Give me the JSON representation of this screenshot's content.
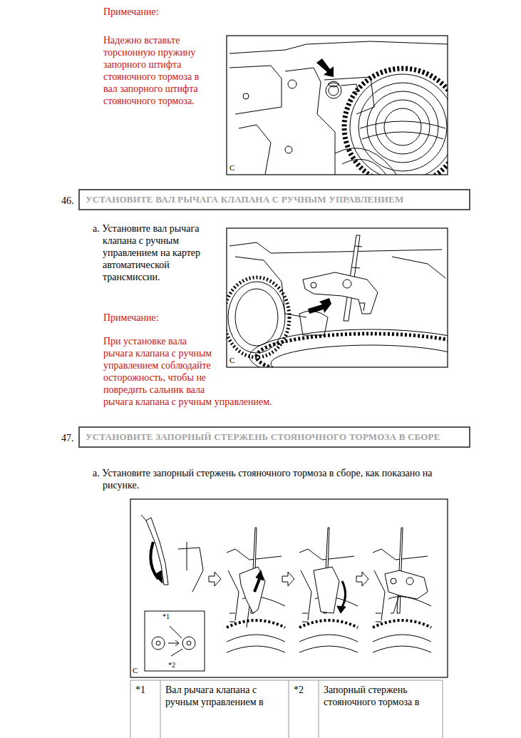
{
  "diagram": {
    "nodes": [
      {
        "text": [
          "46.",
          "УСТАНОВИТЕ ВАЛ РЫЧАГА КЛАПАНА С РУЧНЫМ УПРАВЛЕНИЕМ"
        ]
      },
      {
        "text": [
          "47.",
          "УСТАНОВИТЕ ЗАПОРНЫЙ СТЕРЖЕНЬ СТОЯНОЧНОГО ТОРМОЗА В СБОРЕ"
        ]
      }
    ],
    "edges": [],
    "labels": [
      "Примечание:",
      "Надежно вставьте торсионную пружину запорного штифта стояночного тормоза в вал запорного штифта стояночного тормоза.",
      "C",
      "a. Установите вал рычага клапана с ручным управлением на картер автоматической трансмиссии.",
      "Примечание:",
      "При установке вала рычага клапана с ручным управлением соблюдайте осторожность, чтобы не повредить сальник вала рычага клапана с ручным управлением.",
      "C",
      "a. Установите запорный стержень стояночного тормоза в сборе, как показано на рисунке.",
      "*1",
      "*2",
      "C",
      "*1",
      "Вал рычага клапана с ручным управлением в",
      "*2",
      "Запорный стержень стояночного тормоза в"
    ]
  }
}
